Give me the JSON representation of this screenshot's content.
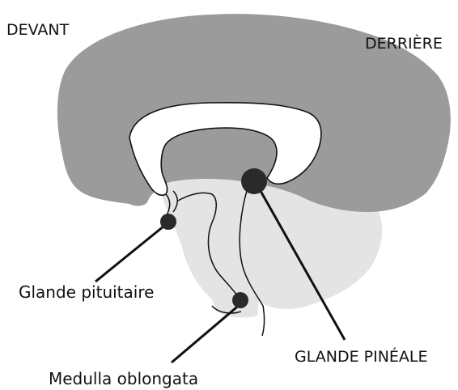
{
  "labels": {
    "front": "DEVANT",
    "back": "DERRIÈRE",
    "pituitary": "Glande pituitaire",
    "pineal": "GLANDE PINÉALE",
    "medulla": "Medulla oblongata"
  },
  "colors": {
    "cortex": "#9b9b9b",
    "inner_region": "#e4e4e4",
    "outline": "#111111",
    "gland_dot": "#2a2a2a",
    "background": "#ffffff"
  }
}
